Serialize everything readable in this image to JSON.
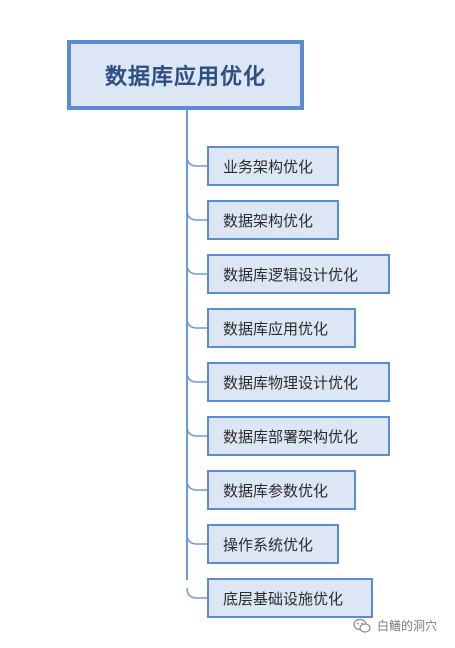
{
  "root": {
    "title": "数据库应用优化"
  },
  "items": [
    {
      "label": "业务架构优化"
    },
    {
      "label": "数据架构优化"
    },
    {
      "label": "数据库逻辑设计优化"
    },
    {
      "label": "数据库应用优化"
    },
    {
      "label": "数据库物理设计优化"
    },
    {
      "label": "数据库部署架构优化"
    },
    {
      "label": "数据库参数优化"
    },
    {
      "label": "操作系统优化"
    },
    {
      "label": "底层基础设施优化"
    }
  ],
  "footer": {
    "text": "白鳝的洞穴",
    "icon": "wechat-icon"
  },
  "colors": {
    "border": "#5b8bd0",
    "fill": "#dce6f4",
    "connector": "#6e9bd6"
  }
}
